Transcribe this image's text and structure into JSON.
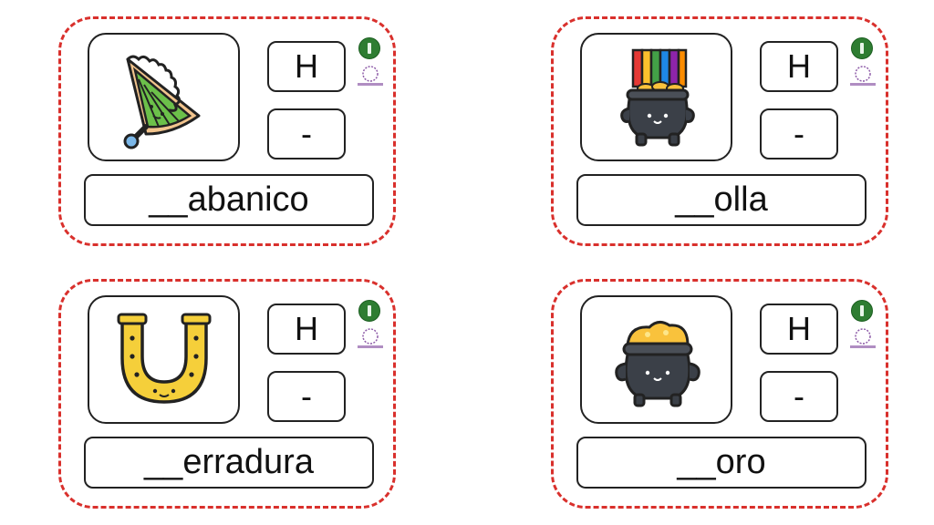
{
  "cards": [
    {
      "letter": "H",
      "dash": "-",
      "word": "__abanico",
      "image": "hand-fan-icon"
    },
    {
      "letter": "H",
      "dash": "-",
      "word": "__olla",
      "image": "rainbow-pot-icon"
    },
    {
      "letter": "H",
      "dash": "-",
      "word": "__erradura",
      "image": "horseshoe-icon"
    },
    {
      "letter": "H",
      "dash": "-",
      "word": "__oro",
      "image": "pot-of-gold-icon"
    }
  ],
  "colors": {
    "border_dashed": "#d9302c",
    "logo_green": "#2e7d32",
    "logo_purple": "#8e5ca8"
  }
}
